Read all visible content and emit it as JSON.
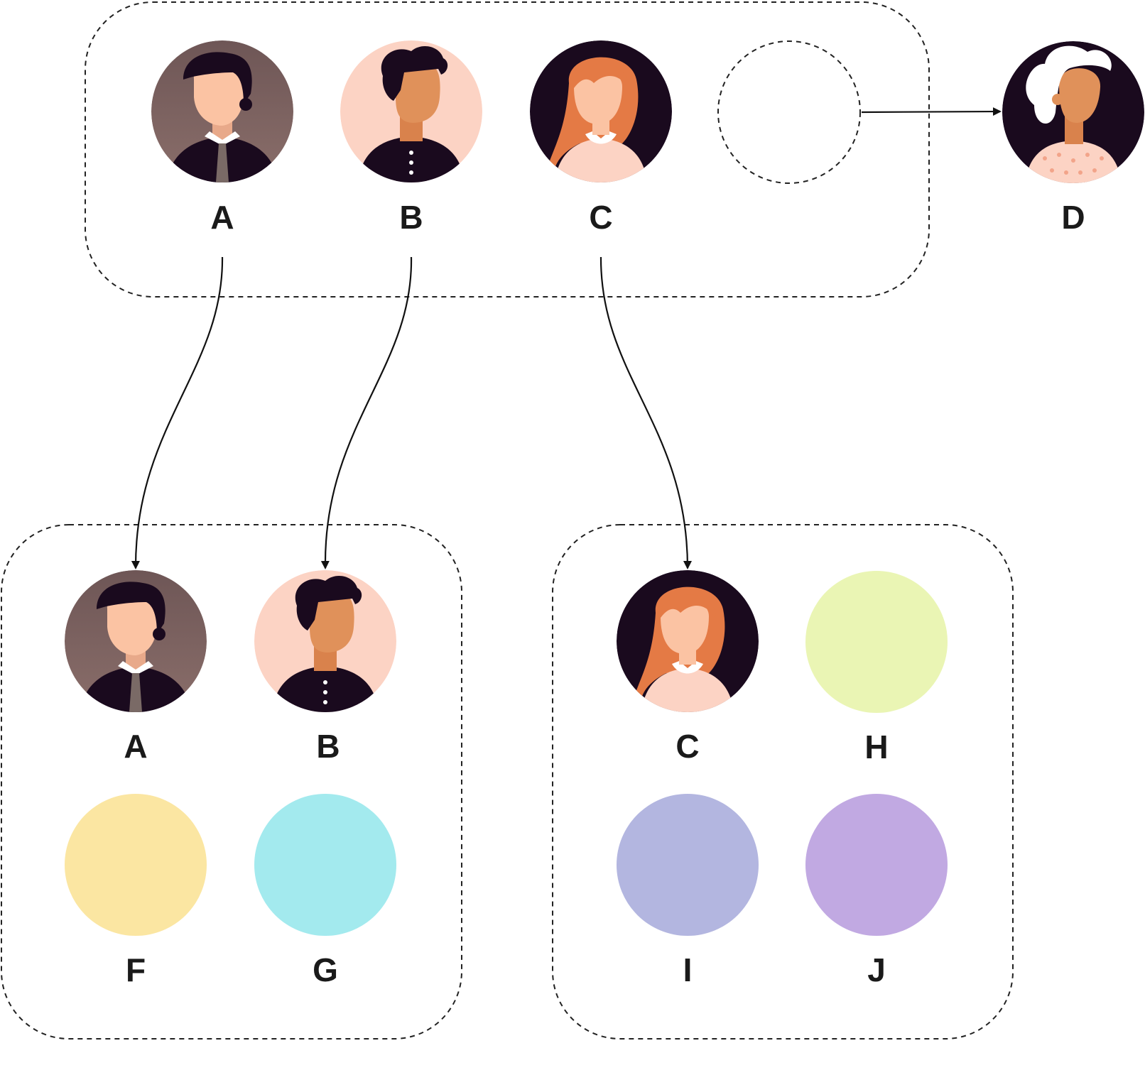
{
  "colors": {
    "dark_navy": "#1a0a1e",
    "taupe_bg": "#7a5f5f",
    "peach_bg": "#fcd3c4",
    "skin_light": "#fbc3a3",
    "skin_tan": "#e0915a",
    "hair_orange": "#e47a45",
    "F_yellow": "#fbe6a2",
    "G_cyan": "#a3eaee",
    "H_lime": "#eaf5b4",
    "I_periwinkle": "#b3b6e0",
    "J_lavender": "#c1a9e2"
  },
  "groups": [
    {
      "id": "top-group",
      "members": [
        "A",
        "B",
        "C",
        "(empty slot)"
      ]
    },
    {
      "id": "bottom-left-group",
      "members": [
        "A",
        "B",
        "F",
        "G"
      ]
    },
    {
      "id": "bottom-right-group",
      "members": [
        "C",
        "H",
        "I",
        "J"
      ]
    }
  ],
  "nodes": {
    "top_a": {
      "label": "A",
      "icon": "man-suit-avatar"
    },
    "top_b": {
      "label": "B",
      "icon": "man-curly-hair-avatar"
    },
    "top_c": {
      "label": "C",
      "icon": "woman-red-hair-avatar"
    },
    "empty_slot": {
      "icon": "empty-slot-circle"
    },
    "d": {
      "label": "D",
      "icon": "older-woman-white-hair-avatar"
    },
    "bl_a": {
      "label": "A",
      "icon": "man-suit-avatar"
    },
    "bl_b": {
      "label": "B",
      "icon": "man-curly-hair-avatar"
    },
    "f": {
      "label": "F",
      "icon": "yellow-circle"
    },
    "g": {
      "label": "G",
      "icon": "cyan-circle"
    },
    "br_c": {
      "label": "C",
      "icon": "woman-red-hair-avatar"
    },
    "h": {
      "label": "H",
      "icon": "lime-circle"
    },
    "i": {
      "label": "I",
      "icon": "periwinkle-circle"
    },
    "j": {
      "label": "J",
      "icon": "lavender-circle"
    }
  },
  "edges": [
    {
      "from": "empty_slot",
      "to": "D"
    },
    {
      "from": "top A",
      "to": "bottom-left A"
    },
    {
      "from": "top B",
      "to": "bottom-left B"
    },
    {
      "from": "top C",
      "to": "bottom-right C"
    }
  ]
}
